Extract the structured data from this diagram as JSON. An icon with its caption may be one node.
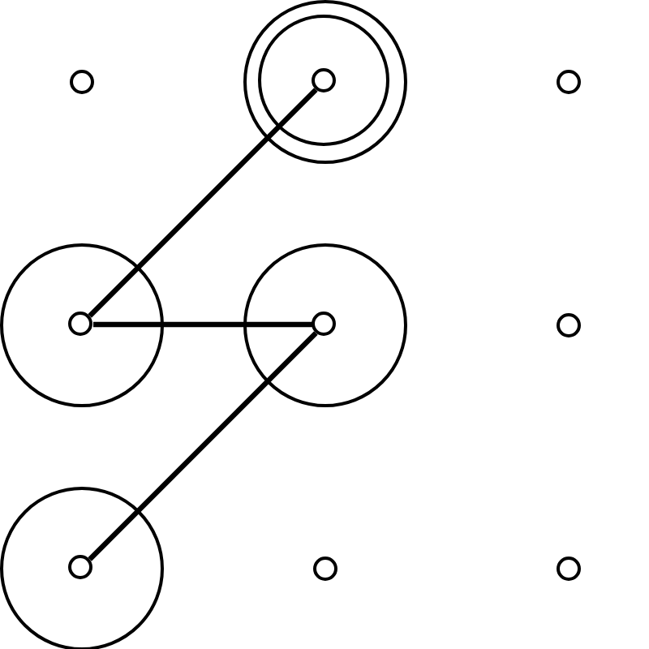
{
  "diagram": {
    "nodes": [
      {
        "text": [],
        "shape": "circle"
      },
      {
        "text": [],
        "shape": "circle"
      },
      {
        "text": [],
        "shape": "circle",
        "in": 1
      },
      {
        "text": [],
        "shape": "circle",
        "in": 2
      },
      {
        "text": [],
        "shape": "circle"
      },
      {
        "text": [],
        "shape": "circle"
      },
      {
        "text": [],
        "shape": "circle",
        "in": 5
      },
      {
        "text": [],
        "shape": "circle"
      },
      {
        "text": [],
        "shape": "circle",
        "in": 7
      },
      {
        "text": [],
        "shape": "circle"
      },
      {
        "text": [],
        "shape": "circle"
      },
      {
        "text": [],
        "shape": "circle",
        "in": 10
      },
      {
        "text": [],
        "shape": "circle"
      },
      {
        "text": [],
        "shape": "circle"
      }
    ],
    "edges": [
      {
        "from": 3,
        "to": 6,
        "arrow": "none"
      },
      {
        "from": 6,
        "to": 8,
        "arrow": "none"
      },
      {
        "from": 8,
        "to": 11,
        "arrow": "none"
      }
    ]
  }
}
